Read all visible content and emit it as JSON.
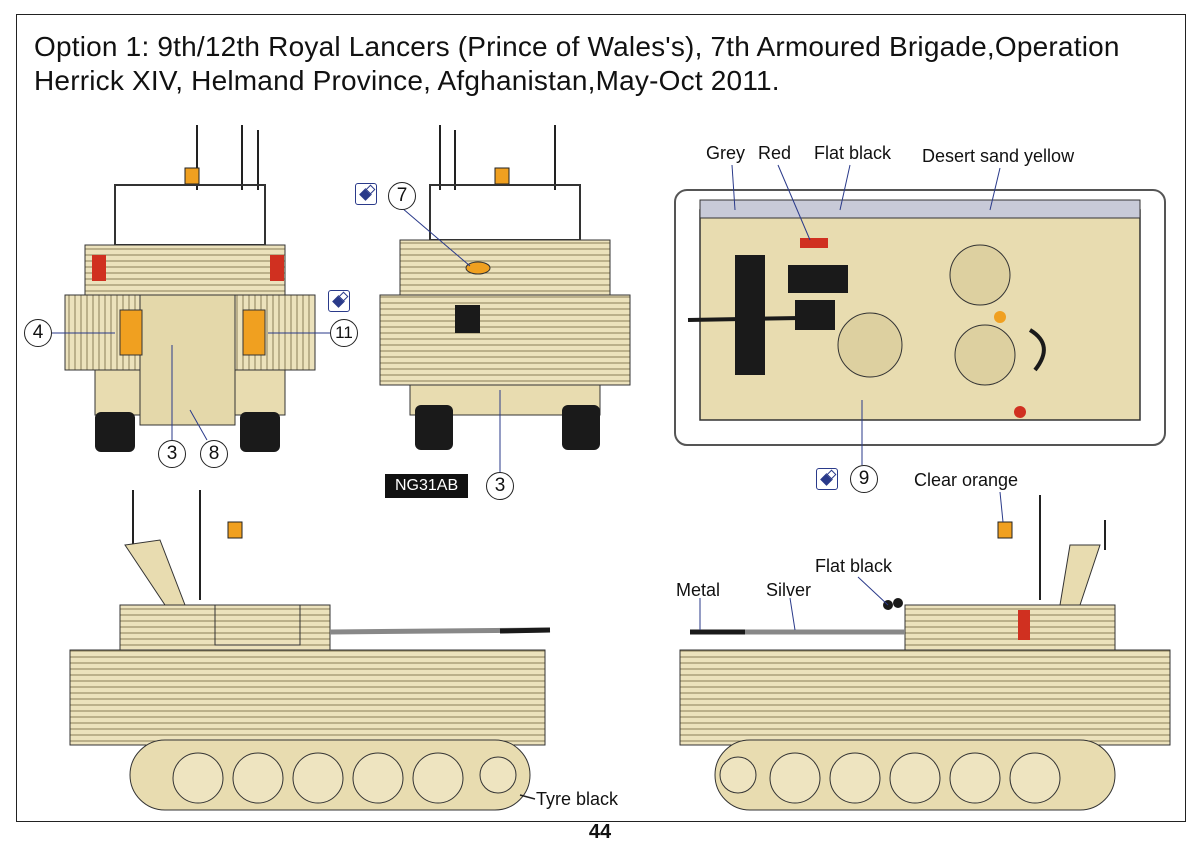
{
  "title": {
    "line1": "Option 1: 9th/12th Royal Lancers (Prince of Wales's), 7th Armoured Brigade,Operation",
    "line2": "Herrick XIV, Helmand Province, Afghanistan,May-Oct 2011."
  },
  "callouts": {
    "n4": "4",
    "n11": "11",
    "n3a": "3",
    "n8": "8",
    "n7": "7",
    "n3b": "3",
    "n9": "9"
  },
  "plate_text": "NG31AB",
  "colors_labels": {
    "grey": "Grey",
    "red": "Red",
    "flat_black_top": "Flat black",
    "desert": "Desert sand yellow",
    "clear_orange": "Clear orange",
    "flat_black_side": "Flat black",
    "metal": "Metal",
    "silver": "Silver",
    "tyre_black": "Tyre black"
  },
  "page_number": "44",
  "palette": {
    "sand": "#e8dcb0",
    "sand_dark": "#cdbf8e",
    "outline": "#2a2a2a",
    "orange": "#f0a020",
    "red": "#d03020",
    "black": "#1a1a1a",
    "decal_blue": "#2a3a8a"
  }
}
